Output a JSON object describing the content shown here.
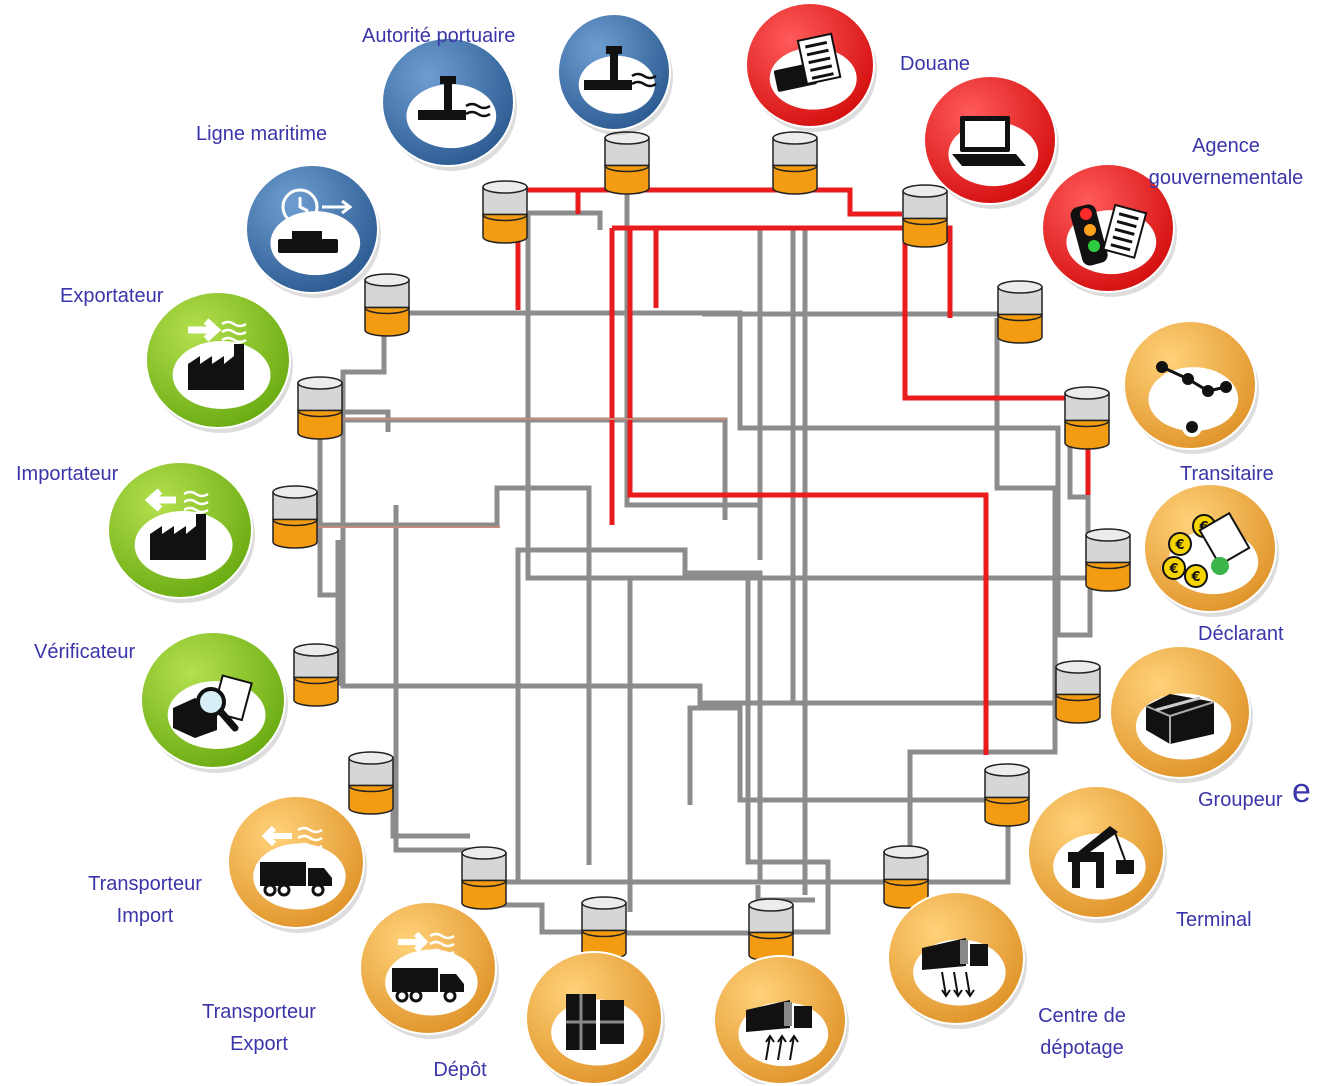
{
  "diagram": {
    "participants": [
      {
        "id": "ligne",
        "label": "Ligne maritime",
        "color": "blue",
        "icon": "ship-clock-icon"
      },
      {
        "id": "autorite",
        "label": "Autorité portuaire",
        "color": "blue",
        "icon": "port-tower-icon"
      },
      {
        "id": "douane",
        "label": "Douane",
        "color": "red",
        "icon": "customs-documents-icon"
      },
      {
        "id": "ordinateur",
        "label": "",
        "color": "red",
        "icon": "laptop-icon"
      },
      {
        "id": "agence",
        "label": "Agence gouvernementale",
        "label_lines": [
          "Agence",
          "gouvernementale"
        ],
        "color": "red",
        "icon": "traffic-light-document-icon"
      },
      {
        "id": "transitaire",
        "label": "Transitaire",
        "color": "orange",
        "icon": "network-nodes-icon"
      },
      {
        "id": "declarant",
        "label": "Déclarant",
        "color": "orange",
        "icon": "euro-coins-document-icon"
      },
      {
        "id": "groupeur",
        "label": "Groupeur",
        "color": "orange",
        "icon": "grouped-crates-icon"
      },
      {
        "id": "terminal",
        "label": "Terminal",
        "color": "orange",
        "icon": "crane-icon"
      },
      {
        "id": "centre",
        "label": "Centre de dépotage",
        "label_lines": [
          "Centre de",
          "dépotage"
        ],
        "color": "orange",
        "icon": "container-unload-icon"
      },
      {
        "id": "depot2",
        "label": "",
        "color": "orange",
        "icon": "container-load-icon"
      },
      {
        "id": "depot",
        "label": "Dépôt",
        "color": "orange",
        "icon": "warehouse-icon"
      },
      {
        "id": "texport",
        "label": "Transporteur Export",
        "label_lines": [
          "Transporteur",
          "Export"
        ],
        "color": "orange",
        "icon": "truck-export-icon"
      },
      {
        "id": "timport",
        "label": "Transporteur Import",
        "label_lines": [
          "Transporteur",
          "Import"
        ],
        "color": "orange",
        "icon": "truck-import-icon"
      },
      {
        "id": "verificateur",
        "label": "Vérificateur",
        "color": "green",
        "icon": "magnifier-box-icon"
      },
      {
        "id": "importateur",
        "label": "Importateur",
        "color": "green",
        "icon": "factory-import-icon"
      },
      {
        "id": "exportateur",
        "label": "Exportateur",
        "color": "green",
        "icon": "factory-export-icon"
      }
    ],
    "edge_text": "e",
    "colors": {
      "label": "#3a35a8",
      "blue": "#3b6fa8",
      "red": "#e01b1b",
      "green": "#7cbf1f",
      "orange": "#eda43a",
      "link_gray": "#8c8c8c",
      "link_red": "#e81c1c",
      "db_gray": "#d6d6d6",
      "db_orange": "#f39c12"
    }
  }
}
